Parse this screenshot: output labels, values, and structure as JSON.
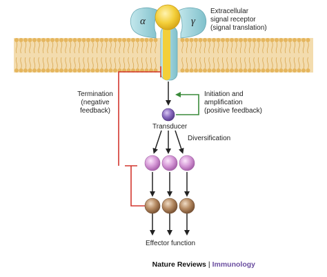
{
  "receptor": {
    "alpha_label": "α",
    "gamma_label": "γ",
    "label_lines": [
      "Extracellular",
      "signal receptor",
      "(signal translation)"
    ]
  },
  "initiation": {
    "label_lines": [
      "Initiation and",
      "amplification",
      "(positive feedback)"
    ]
  },
  "termination": {
    "label_lines": [
      "Termination",
      "(negative",
      "feedback)"
    ]
  },
  "transducer": {
    "label": "Transducer"
  },
  "diversification": {
    "label": "Diversification"
  },
  "effector": {
    "label": "Effector function"
  },
  "journal": {
    "name": "Nature Reviews",
    "separator": "|",
    "topic": "Immunology"
  },
  "colors": {
    "membrane_band": "#f0d29a",
    "lipid_head": "#e5b65e",
    "receptor_alpha_gamma": "#9fd3dc",
    "receptor_beta": "#f3cf3a",
    "transducer": "#8b6cc0",
    "diversification_nodes": "#d79bd8",
    "effector_nodes": "#b58a62",
    "positive_feedback": "#3a8a3a",
    "negative_feedback": "#d2352d"
  }
}
